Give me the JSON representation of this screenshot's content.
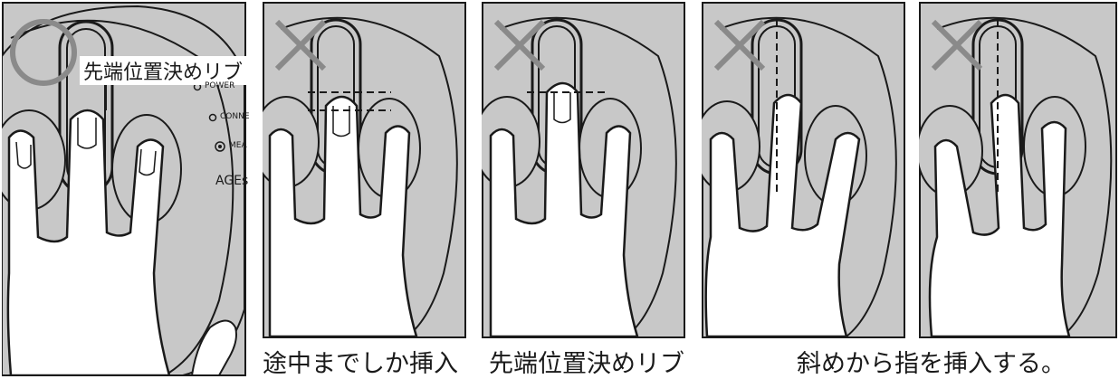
{
  "panels": [
    {
      "id": "correct",
      "callout_label": "先端位置決めリブ",
      "device_labels": {
        "power": "POWER",
        "connect": "CONNE",
        "measure": "MEA",
        "brand": "AGEs"
      }
    },
    {
      "id": "bad-partial",
      "caption": "途中までしか挿入"
    },
    {
      "id": "bad-rib",
      "caption": "先端位置決めリブ"
    },
    {
      "id": "bad-diagonal-a"
    },
    {
      "id": "bad-diagonal-b"
    }
  ],
  "shared_caption": "斜めから指を挿入する。",
  "colors": {
    "device_gray": "#c8c8c8",
    "line": "#1a1a1a",
    "marker_gray": "#8a8a8a"
  }
}
